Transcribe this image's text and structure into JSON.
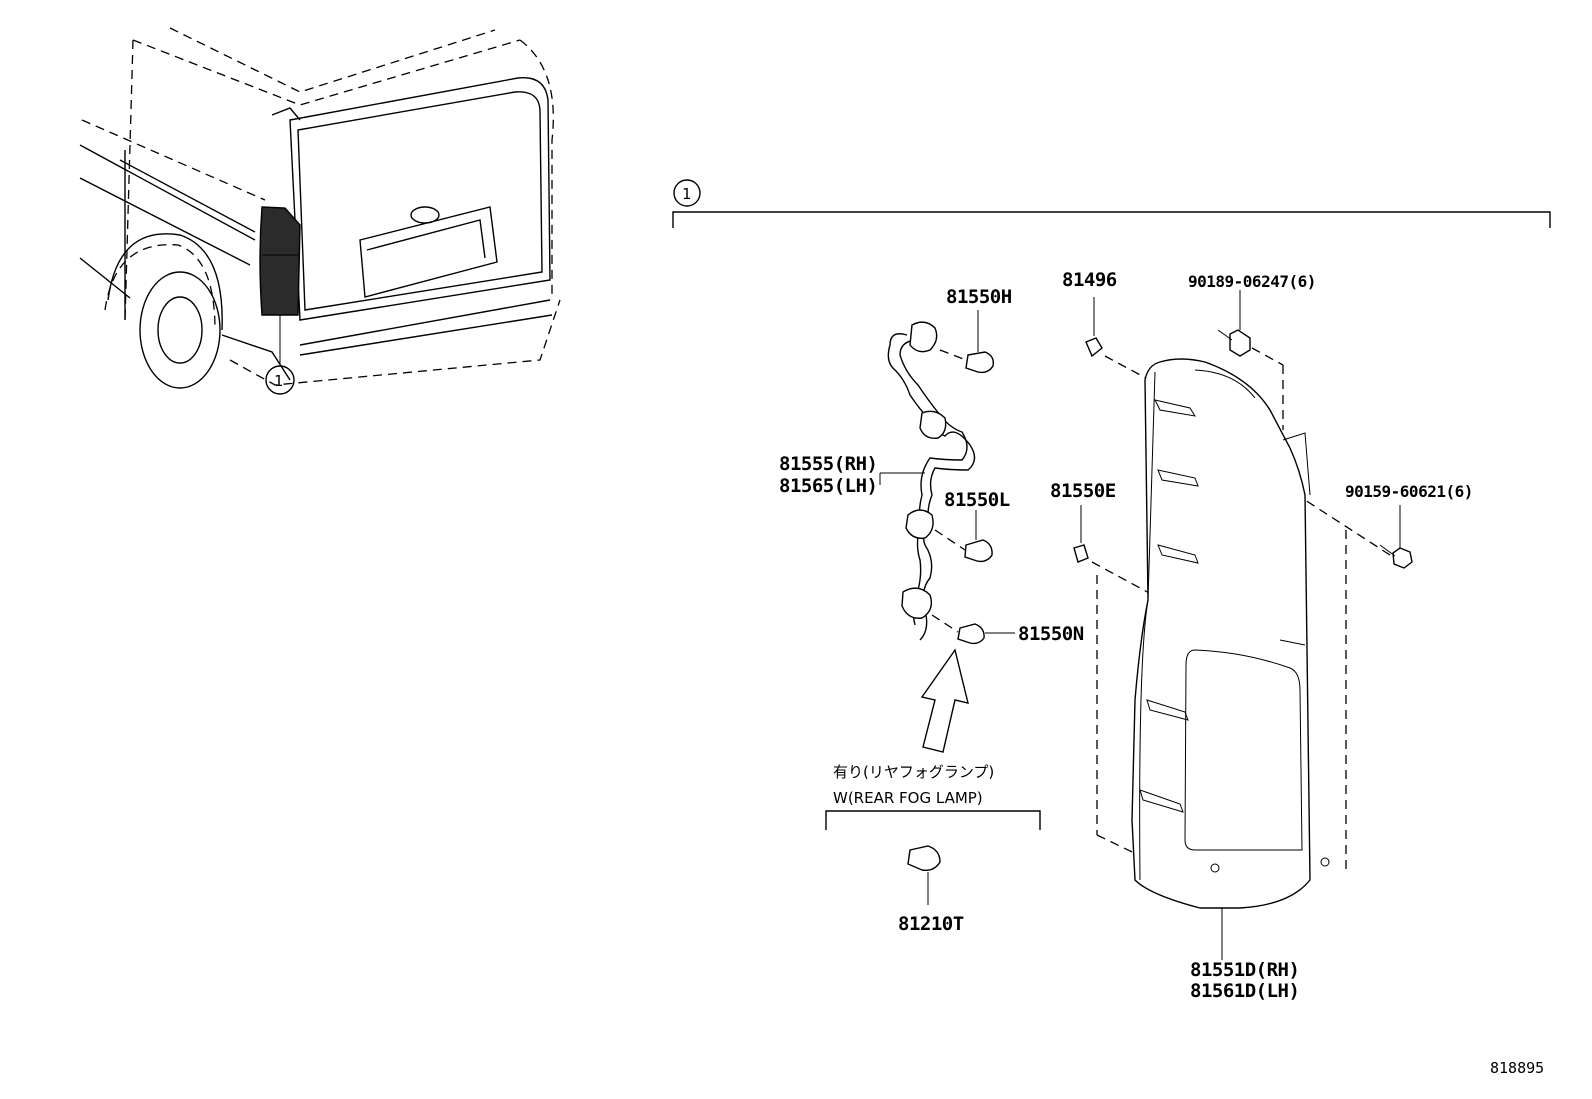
{
  "diagram_id": "818895",
  "callout_marker": "1",
  "labels": {
    "bulb_h": "81550H",
    "bulb_l": "81550L",
    "bulb_n": "81550N",
    "socket_wire_rh": "81555(RH)",
    "socket_wire_lh": "81565(LH)",
    "clip_81496": "81496",
    "clip_81550e": "81550E",
    "screw_upper": "90189-06247(6)",
    "screw_lower": "90159-60621(6)",
    "lens_rh": "81551D(RH)",
    "lens_lh": "81561D(LH)",
    "fog_bulb": "81210T"
  },
  "fog_note": {
    "jp": "有り(リヤフォグランプ)",
    "en": "W(REAR FOG LAMP)"
  }
}
